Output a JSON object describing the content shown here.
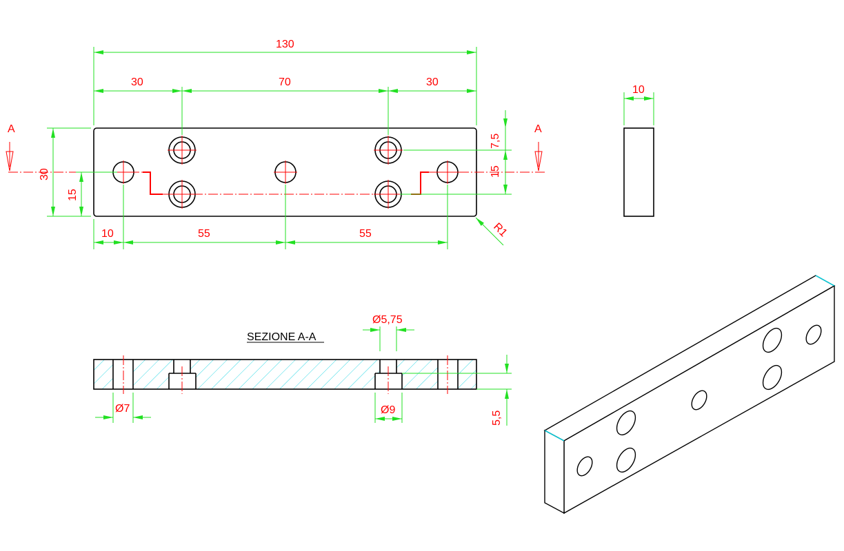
{
  "dimensions": {
    "overall_length": "130",
    "offset_left": "30",
    "spacing_middle": "70",
    "offset_right": "30",
    "height": "30",
    "hole_height": "15",
    "right_offset_top": "7,5",
    "right_offset_mid": "15",
    "bottom_left": "10",
    "bottom_mid_left": "55",
    "bottom_mid_right": "55",
    "radius": "R1",
    "thickness": "10",
    "counterbore_small": "Ø5,75",
    "through_hole": "Ø7",
    "counterbore_large": "Ø9",
    "counterbore_depth": "5,5"
  },
  "section_markers": {
    "left": "A",
    "right": "A"
  },
  "section_title": "SEZIONE A-A",
  "colors": {
    "object": "#000000",
    "dimension": "#22e022",
    "text": "#ff0000",
    "hatch": "#00d0e0"
  }
}
